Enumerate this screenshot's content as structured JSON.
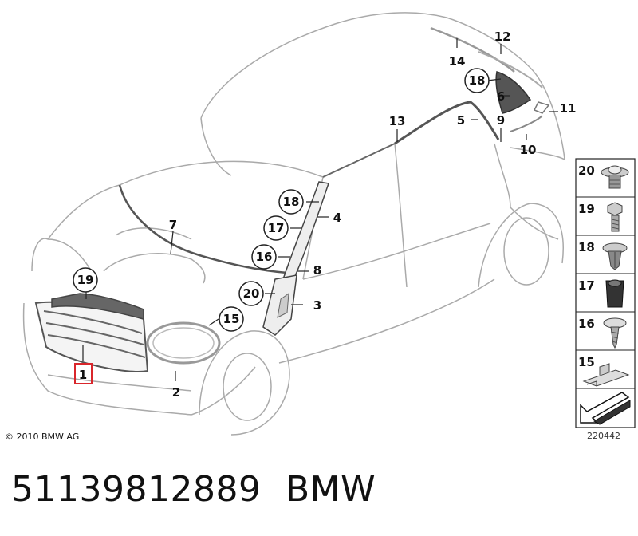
{
  "copyright": "© 2010 BMW AG",
  "diagram_id": "220442",
  "part_number": "51139812889",
  "brand": "BMW",
  "colors": {
    "line": "#aaaaaa",
    "part": "#444444",
    "highlight": "#d9262b"
  },
  "callouts": [
    {
      "id": "c1",
      "label": "1",
      "style": "box",
      "highlight": true
    },
    {
      "id": "c2",
      "label": "2",
      "style": "plain"
    },
    {
      "id": "c3",
      "label": "3",
      "style": "plain"
    },
    {
      "id": "c4",
      "label": "4",
      "style": "plain"
    },
    {
      "id": "c5",
      "label": "5",
      "style": "plain"
    },
    {
      "id": "c6",
      "label": "6",
      "style": "plain"
    },
    {
      "id": "c7",
      "label": "7",
      "style": "plain"
    },
    {
      "id": "c8",
      "label": "8",
      "style": "plain"
    },
    {
      "id": "c9",
      "label": "9",
      "style": "plain"
    },
    {
      "id": "c10",
      "label": "10",
      "style": "plain"
    },
    {
      "id": "c11",
      "label": "11",
      "style": "plain"
    },
    {
      "id": "c12",
      "label": "12",
      "style": "plain"
    },
    {
      "id": "c13",
      "label": "13",
      "style": "plain"
    },
    {
      "id": "c14",
      "label": "14",
      "style": "plain"
    },
    {
      "id": "c15",
      "label": "15",
      "style": "circle"
    },
    {
      "id": "c16",
      "label": "16",
      "style": "circle"
    },
    {
      "id": "c17",
      "label": "17",
      "style": "circle"
    },
    {
      "id": "c18a",
      "label": "18",
      "style": "circle"
    },
    {
      "id": "c18b",
      "label": "18",
      "style": "circle"
    },
    {
      "id": "c19",
      "label": "19",
      "style": "circle"
    },
    {
      "id": "c20",
      "label": "20",
      "style": "circle"
    }
  ],
  "legend": [
    {
      "label": "20",
      "icon": "grommet-nut-icon"
    },
    {
      "label": "19",
      "icon": "hex-bolt-icon"
    },
    {
      "label": "18",
      "icon": "expanding-rivet-icon"
    },
    {
      "label": "17",
      "icon": "plastic-nut-icon"
    },
    {
      "label": "16",
      "icon": "screw-icon"
    },
    {
      "label": "15",
      "icon": "clamp-icon"
    },
    {
      "label": "",
      "icon": "direction-arrow-icon"
    }
  ]
}
